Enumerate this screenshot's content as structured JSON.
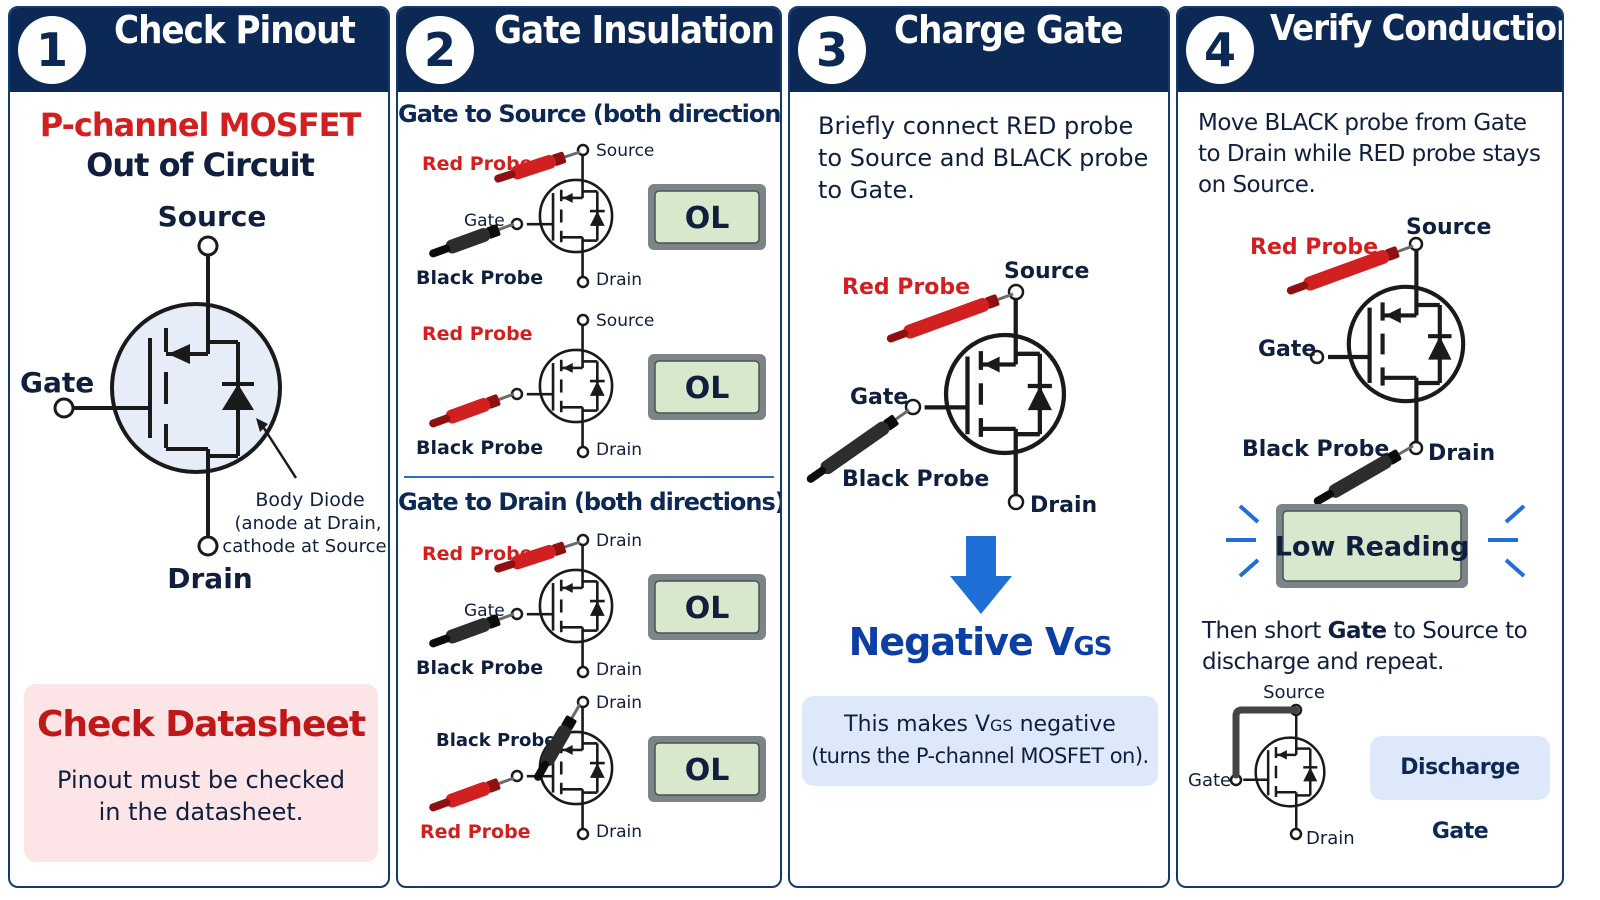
{
  "panels": [
    {
      "number": "1",
      "title": "Check Pinout",
      "subtitle_red": "P-channel MOSFET",
      "subtitle": "Out of Circuit",
      "labels": {
        "source": "Source",
        "gate": "Gate",
        "drain": "Drain",
        "diode_title": "Body Diode",
        "diode_line1": "(anode at Drain,",
        "diode_line2": "cathode at Source)"
      },
      "note_title": "Check Datasheet",
      "note_line1": "Pinout must be checked",
      "note_line2": "in the datasheet."
    },
    {
      "number": "2",
      "title": "Gate Insulation",
      "section1": "Gate to Source (both directions)",
      "section2": "Gate to Drain (both directions)",
      "tests": [
        {
          "top": "Source",
          "bottom": "Drain",
          "gate": "Gate",
          "probe_a": "Red Probe",
          "probe_b": "Black Probe",
          "reading": "OL"
        },
        {
          "top": "Source",
          "bottom": "Drain",
          "probe_a": "Red Probe",
          "probe_b": "Black Probe",
          "reading": "OL"
        },
        {
          "top": "Drain",
          "bottom": "Drain",
          "gate": "Gate",
          "probe_a": "Red Probe",
          "probe_b": "Black Probe",
          "reading": "OL"
        },
        {
          "top": "Drain",
          "bottom": "Drain",
          "probe_a": "Black Probe",
          "probe_b": "Red Probe",
          "reading": "OL"
        }
      ]
    },
    {
      "number": "3",
      "title": "Charge Gate",
      "instr1": "Briefly connect RED probe",
      "instr2": "to Source and BLACK probe",
      "instr3": "to Gate.",
      "labels": {
        "red": "Red Probe",
        "black": "Black Probe",
        "source": "Source",
        "gate": "Gate",
        "drain": "Drain"
      },
      "result_main": "Negative V",
      "result_sub": "GS",
      "note1_a": "This makes V",
      "note1_sub": "GS",
      "note1_b": " negative",
      "note2": "(turns the P-channel MOSFET on)."
    },
    {
      "number": "4",
      "title": "Verify Conduction",
      "instr1": "Move BLACK probe from Gate",
      "instr2": "to Drain while RED probe stays",
      "instr3": "on Source.",
      "labels": {
        "red": "Red Probe",
        "black": "Black Probe",
        "source": "Source",
        "gate": "Gate",
        "drain": "Drain"
      },
      "reading": "Low Reading",
      "then1_a": "Then short ",
      "then1_b": "Gate",
      "then1_c": " to Source to",
      "then2": "discharge and repeat.",
      "discharge_labels": {
        "source": "Source",
        "gate": "Gate",
        "drain": "Drain"
      },
      "discharge_button": "Discharge Gate"
    }
  ],
  "colors": {
    "navy": "#0c2855",
    "red": "#d21f1f",
    "blue": "#1f5fd0",
    "circle_fill": "#e6edf8",
    "meter_screen": "#d8e8cc",
    "note_pink": "#fde4e6",
    "note_blue": "#dde9fb"
  }
}
